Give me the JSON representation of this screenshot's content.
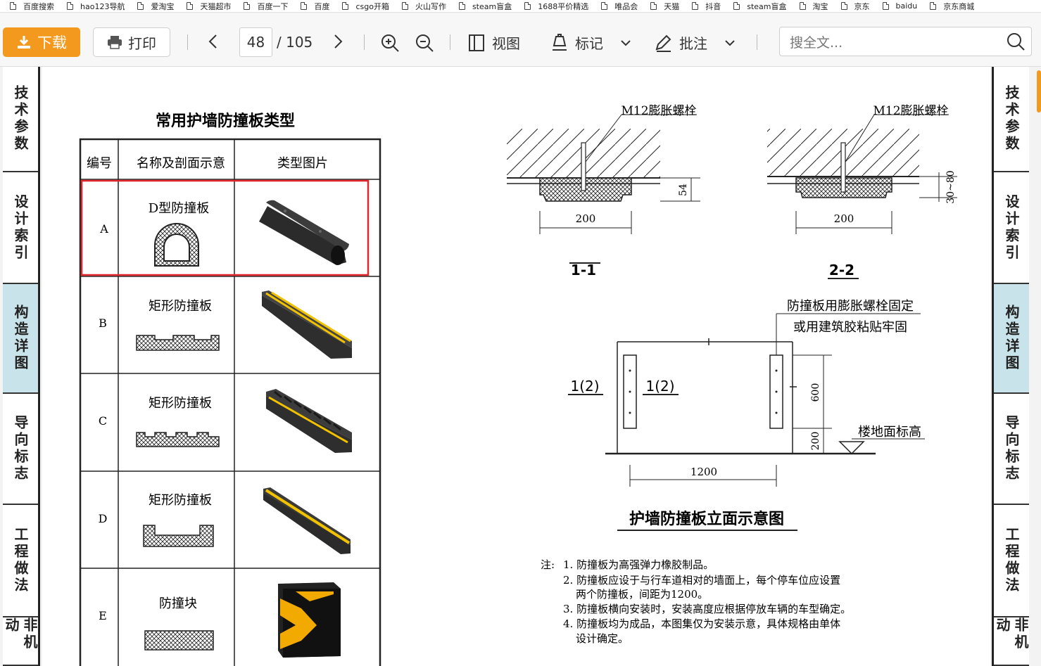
{
  "bookmarks": [
    "百度搜索",
    "hao123导航",
    "爱淘宝",
    "天猫超市",
    "百度一下",
    "百度",
    "csgo开箱",
    "火山写作",
    "steam盲盒",
    "1688平价精选",
    "唯品会",
    "天猫",
    "抖音",
    "steam盲盒",
    "淘宝",
    "京东",
    "baidu",
    "京东商城"
  ],
  "toolbar": {
    "download_label": "下载",
    "print_label": "打印",
    "current_page": "48",
    "total_pages": "/ 105",
    "view_label": "视图",
    "mark_label": "标记",
    "annotate_label": "批注",
    "search_placeholder": "搜全文..."
  },
  "side_tabs": [
    {
      "label": "技术参数",
      "active": false
    },
    {
      "label": "设计索引",
      "active": false
    },
    {
      "label": "构造详图",
      "active": true
    },
    {
      "label": "导向标志",
      "active": false
    },
    {
      "label": "工程做法",
      "active": false
    },
    {
      "label": "非机动",
      "active": false
    }
  ],
  "document": {
    "table_title": "常用护墙防撞板类型",
    "columns": [
      "编号",
      "名称及剖面示意",
      "类型图片"
    ],
    "rows": [
      {
        "id": "A",
        "name": "D型防撞板"
      },
      {
        "id": "B",
        "name": "矩形防撞板"
      },
      {
        "id": "C",
        "name": "矩形防撞板"
      },
      {
        "id": "D",
        "name": "矩形防撞板"
      },
      {
        "id": "E",
        "name": "防撞块"
      }
    ],
    "section1": {
      "bolt_label": "M12膨胀螺栓",
      "width": "200",
      "height": "54",
      "caption": "1-1"
    },
    "section2": {
      "bolt_label": "M12膨胀螺栓",
      "width": "200",
      "height": "30~80",
      "caption": "2-2"
    },
    "elevation": {
      "note_line1": "防撞板用膨胀螺栓固定",
      "note_line2": "或用建筑胶粘贴牢固",
      "marker_left": "1(2)",
      "marker_mid": "1(2)",
      "dim_600": "600",
      "dim_200": "200",
      "dim_1200": "1200",
      "floor_label": "楼地面标高",
      "caption": "护墙防撞板立面示意图"
    },
    "notes": {
      "prefix": "注:",
      "lines": [
        "1. 防撞板为高强弹力橡胶制品。",
        "2. 防撞板应设于与行车道相对的墙面上，每个停车位应设置",
        "两个防撞板，间距为1200。",
        "3. 防撞板横向安装时，安装高度应根据停放车辆的车型确定。",
        "4. 防撞板均为成品，本图集仅为安装示意，具体规格由单体",
        "设计确定。"
      ]
    }
  },
  "colors": {
    "download_bg": "#f39a1e",
    "active_tab_bg": "#c8e3ea",
    "highlight_box": "#e0262b",
    "rubber_black": "#2b2b2b",
    "stripe_yellow": "#f2c200"
  }
}
